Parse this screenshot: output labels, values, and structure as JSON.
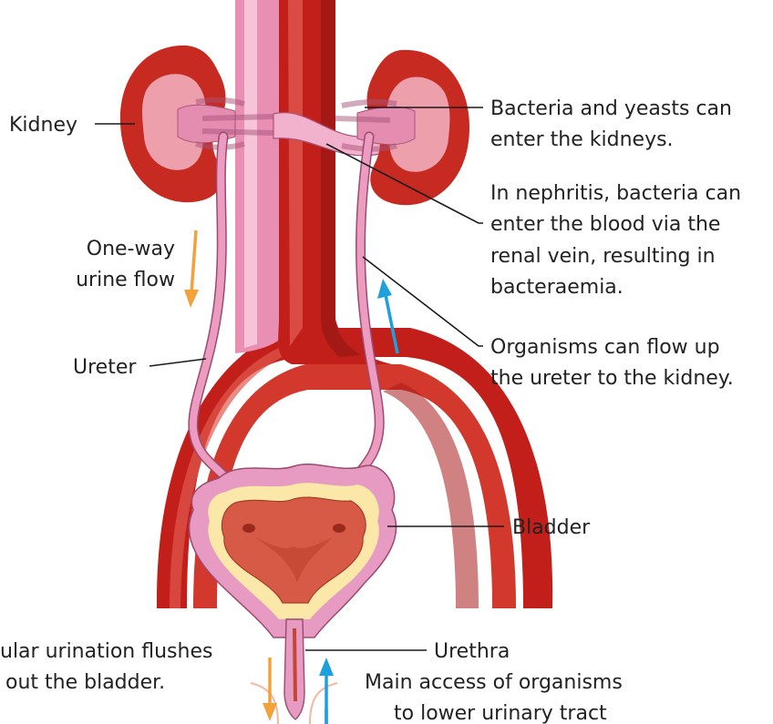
{
  "colors": {
    "artery": "#c21f1a",
    "artery_dark": "#8e1512",
    "artery_light": "#e0584e",
    "vein": "#e98fb4",
    "vein_light": "#f6c3d8",
    "ureter": "#ec9cc0",
    "ureter_outline": "#9e4a6e",
    "kidney": "#c62a20",
    "kidney_inner": "#f3b4c6",
    "bladder_outer": "#e79ac2",
    "bladder_fat": "#fbe7a7",
    "bladder_inner": "#d65a45",
    "arrow_orange": "#f2a23a",
    "arrow_blue": "#1ea0dc",
    "text": "#222222"
  },
  "labels": {
    "kidney": "Kidney",
    "flow_line1": "One-way",
    "flow_line2": "urine flow",
    "ureter": "Ureter",
    "bacteria_line1": "Bacteria and yeasts can",
    "bacteria_line2": "enter the kidneys.",
    "nephritis_line1": "In nephritis, bacteria can",
    "nephritis_line2": "enter the blood via the",
    "nephritis_line3": "renal vein, resulting in",
    "nephritis_line4": "bacteraemia.",
    "organisms_line1": "Organisms can flow up",
    "organisms_line2": "the ureter to the kidney.",
    "bladder": "Bladder",
    "urination_line1": "ular urination flushes",
    "urination_line2": "out the bladder.",
    "urethra": "Urethra",
    "access_line1": "Main access of organisms",
    "access_line2": "to lower urinary tract"
  }
}
